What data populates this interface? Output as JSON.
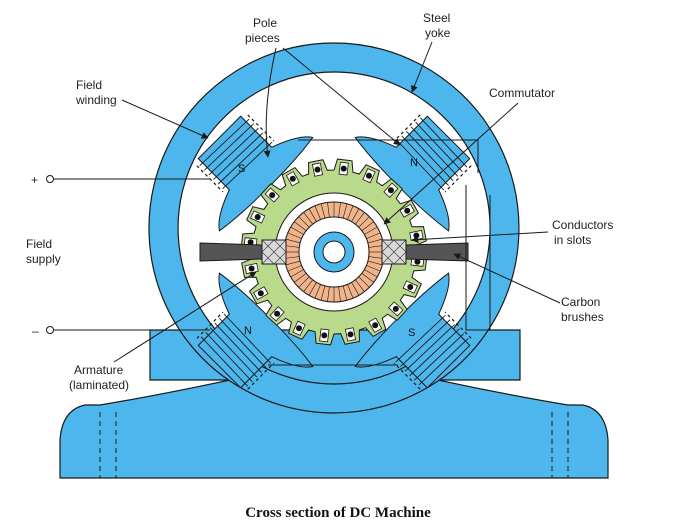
{
  "colors": {
    "frame": "#4db6ec",
    "stroke": "#1a1a1a",
    "armature": "#b9d98b",
    "commutator": "#f1b48a",
    "shaft_ring": "#4db6ec",
    "brush": "#d8d8d8",
    "background": "#ffffff"
  },
  "labels": {
    "pole_pieces": [
      "Pole",
      "pieces"
    ],
    "steel_yoke": [
      "Steel",
      "yoke"
    ],
    "field_winding": [
      "Field",
      "winding"
    ],
    "commutator": "Commutator",
    "conductors": [
      "Conductors",
      "in slots"
    ],
    "field_supply": [
      "Field",
      "supply"
    ],
    "carbon_brushes": [
      "Carbon",
      "brushes"
    ],
    "armature": [
      "Armature",
      "(laminated)"
    ],
    "plus": "+",
    "minus": "–"
  },
  "poles": {
    "top_left": "S",
    "top_right": "N",
    "bottom_left": "N",
    "bottom_right": "S"
  },
  "caption": "Cross section of DC Machine"
}
